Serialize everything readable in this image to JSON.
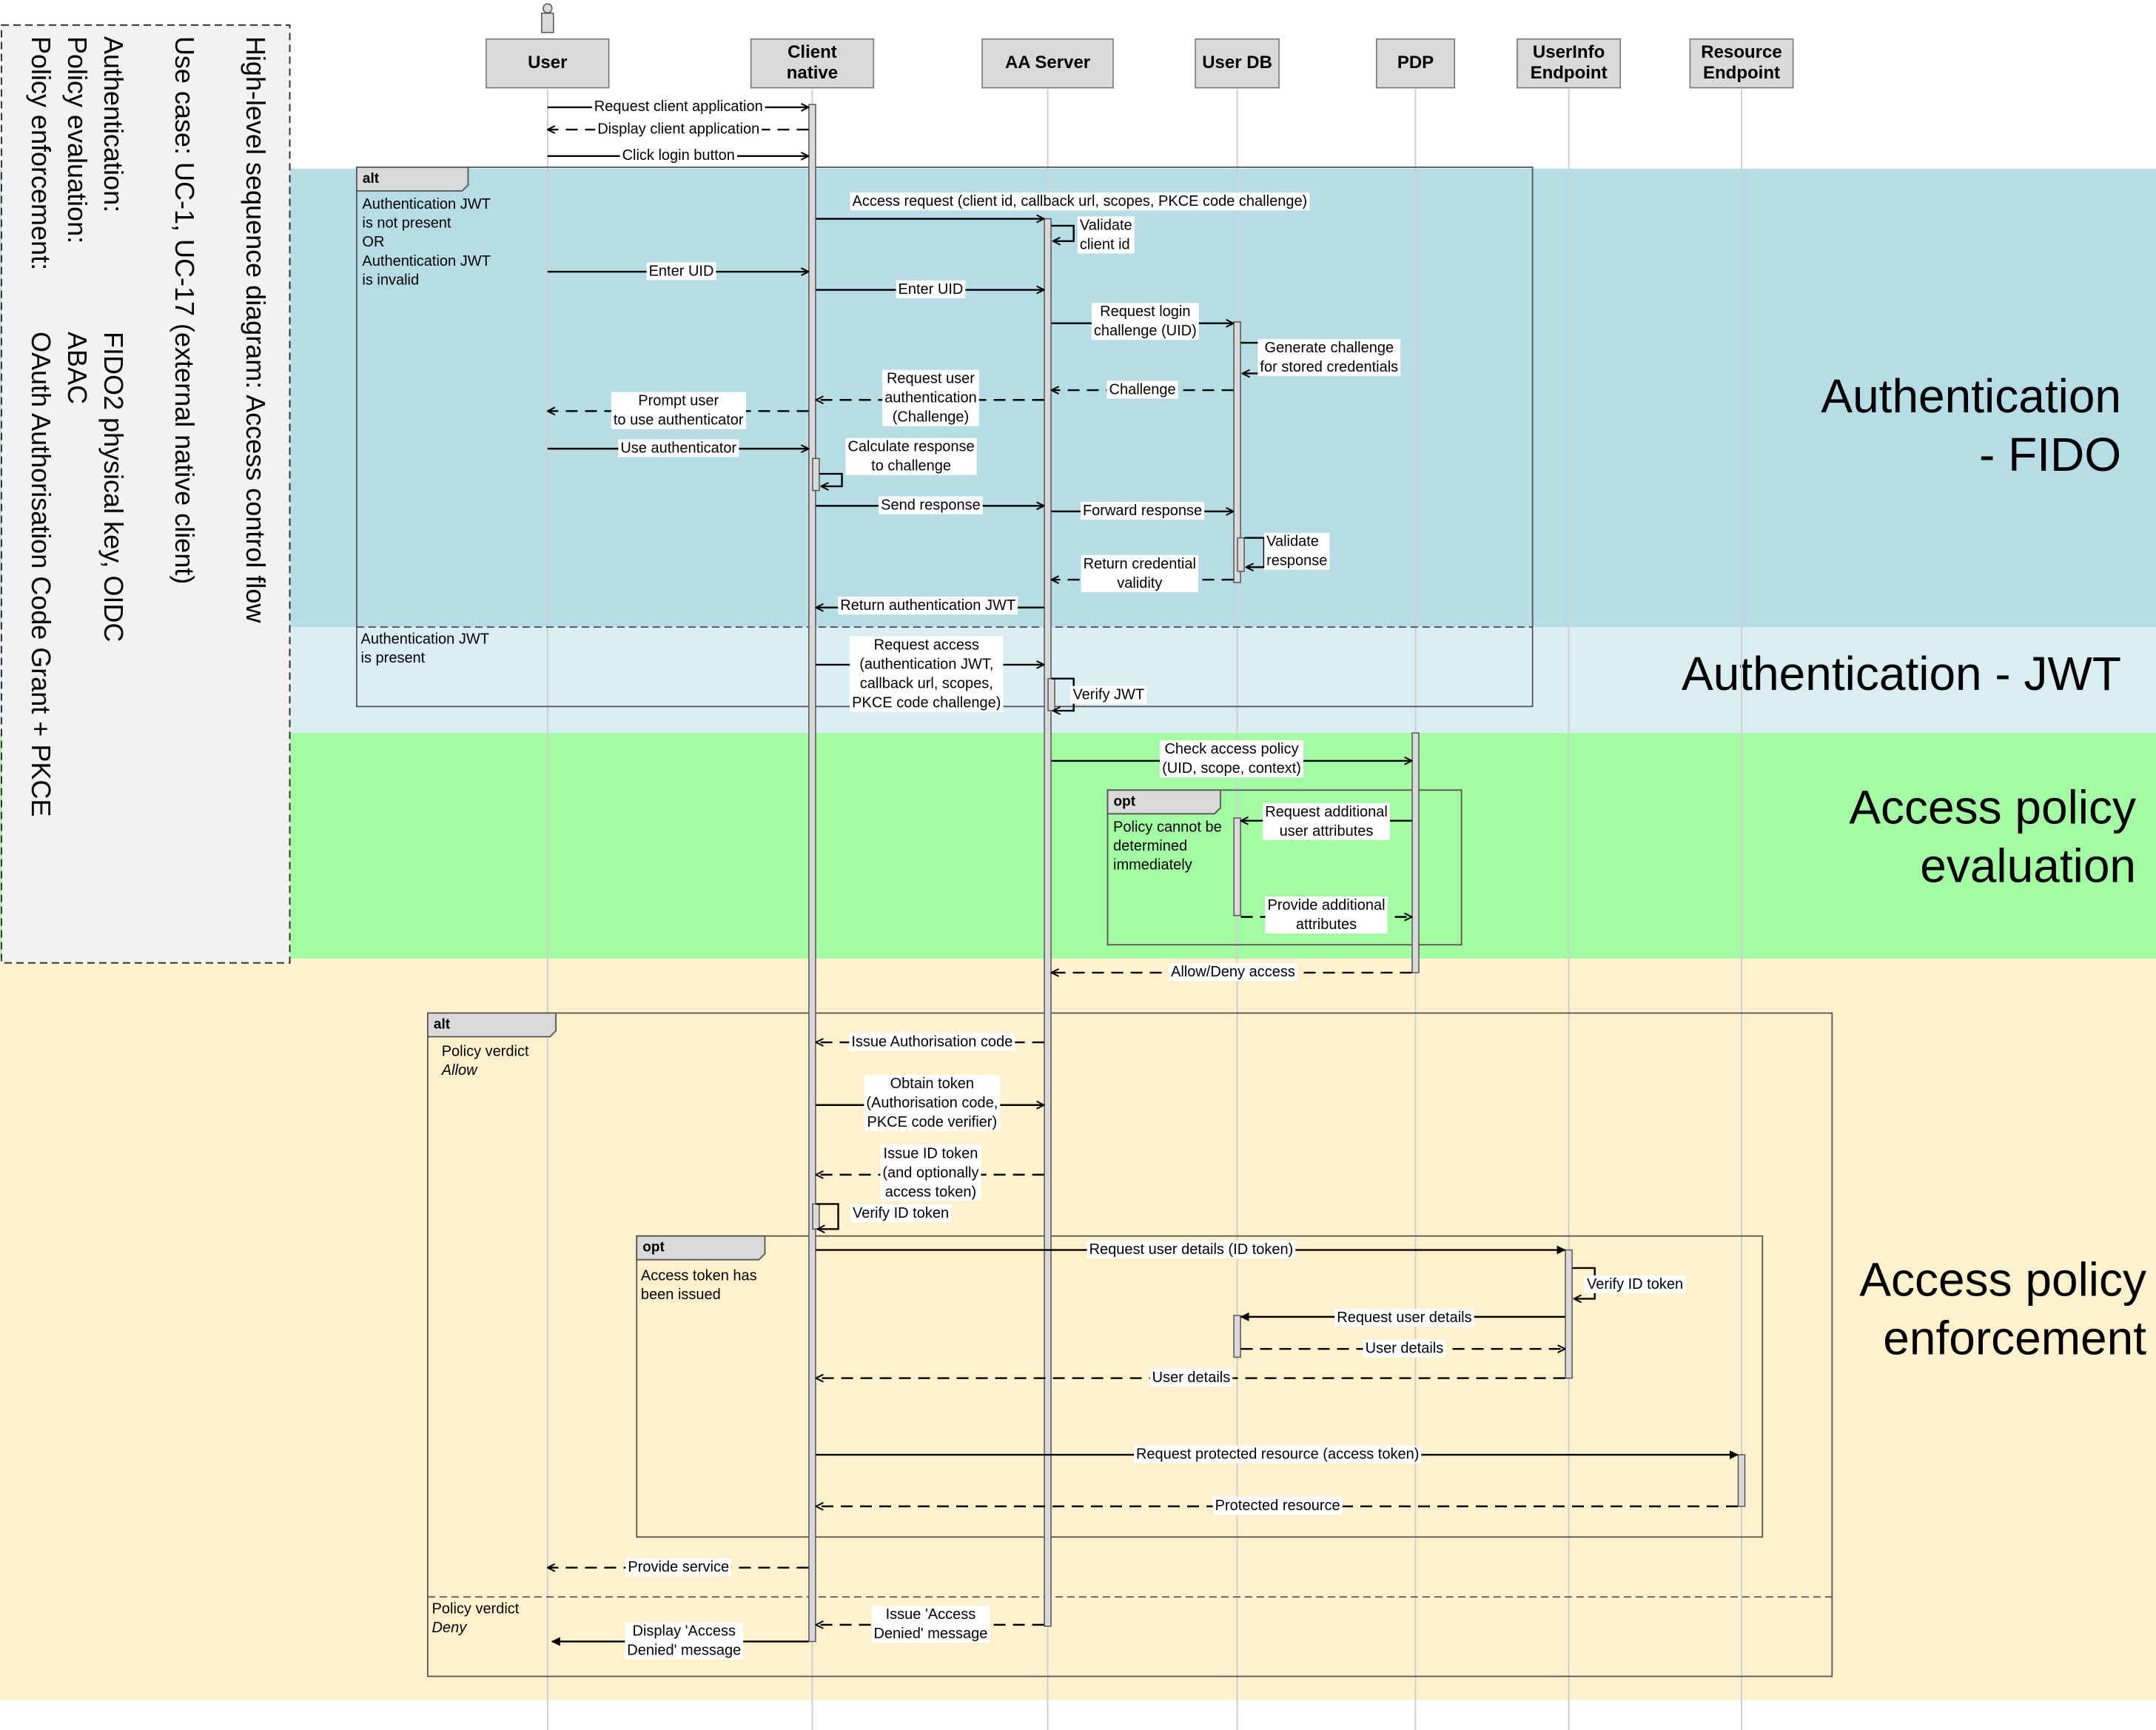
{
  "info_box": {
    "title": "High-level sequence diagram: Access control flow",
    "use_case": "Use case: UC-1, UC-17 (external native client)",
    "authentication_label": "Authentication:",
    "authentication_value": "FIDO2 physical key, OIDC",
    "policy_evaluation_label": "Policy evaluation:",
    "policy_evaluation_value": "ABAC",
    "policy_enforcement_label": "Policy enforcement:",
    "policy_enforcement_value": "OAuth Authorisation Code Grant + PKCE"
  },
  "participants": [
    {
      "id": "user",
      "label_lines": [
        "User"
      ]
    },
    {
      "id": "client",
      "label_lines": [
        "Client",
        "native"
      ]
    },
    {
      "id": "aa",
      "label_lines": [
        "AA Server"
      ]
    },
    {
      "id": "userdb",
      "label_lines": [
        "User DB"
      ]
    },
    {
      "id": "pdp",
      "label_lines": [
        "PDP"
      ]
    },
    {
      "id": "userinfo",
      "label_lines": [
        "UserInfo",
        "Endpoint"
      ]
    },
    {
      "id": "resource",
      "label_lines": [
        "Resource",
        "Endpoint"
      ]
    }
  ],
  "phases": [
    {
      "id": "fido",
      "label_lines": [
        "Authentication",
        "- FIDO"
      ],
      "color": "#b6dde6"
    },
    {
      "id": "jwt",
      "label_lines": [
        "Authentication - JWT"
      ],
      "color": "#daedf3"
    },
    {
      "id": "eval",
      "label_lines": [
        "Access policy",
        "evaluation"
      ],
      "color": "#a3fca3"
    },
    {
      "id": "enforce",
      "label_lines": [
        "Access policy",
        "enforcement"
      ],
      "color": "#fff1cc"
    }
  ],
  "fragments": [
    {
      "id": "alt-auth",
      "keyword": "alt",
      "guard_lines": [
        "Authentication JWT",
        "is not present",
        "OR",
        "Authentication JWT",
        "is invalid"
      ],
      "else_guard_lines": [
        "Authentication JWT",
        "is present"
      ],
      "else_italic": false
    },
    {
      "id": "opt-attrs",
      "keyword": "opt",
      "guard_lines": [
        "Policy cannot be",
        "determined",
        "immediately"
      ]
    },
    {
      "id": "alt-verdict",
      "keyword": "alt",
      "guard_lines": [
        "Policy verdict"
      ],
      "guard_italic": "Allow",
      "else_guard_lines": [
        "Policy verdict"
      ],
      "else_italic": "Deny"
    },
    {
      "id": "opt-access",
      "keyword": "opt",
      "guard_lines": [
        "Access token has",
        "been issued"
      ]
    }
  ],
  "messages": [
    {
      "id": "m1",
      "lines": [
        "Request client application"
      ]
    },
    {
      "id": "m2",
      "lines": [
        "Display client application"
      ]
    },
    {
      "id": "m3",
      "lines": [
        "Click login button"
      ]
    },
    {
      "id": "m4",
      "lines": [
        "Access request (client id, callback url, scopes, PKCE code challenge)"
      ]
    },
    {
      "id": "m5",
      "lines": [
        "Validate",
        "client id"
      ]
    },
    {
      "id": "m6",
      "lines": [
        "Enter UID"
      ]
    },
    {
      "id": "m7",
      "lines": [
        "Enter UID"
      ]
    },
    {
      "id": "m8",
      "lines": [
        "Request login",
        "challenge (UID)"
      ]
    },
    {
      "id": "m9",
      "lines": [
        "Generate challenge",
        "for stored credentials"
      ]
    },
    {
      "id": "m10",
      "lines": [
        "Challenge"
      ]
    },
    {
      "id": "m11",
      "lines": [
        "Request user",
        "authentication",
        "(Challenge)"
      ]
    },
    {
      "id": "m12",
      "lines": [
        "Prompt user",
        "to use authenticator"
      ]
    },
    {
      "id": "m13",
      "lines": [
        "Use authenticator"
      ]
    },
    {
      "id": "m14",
      "lines": [
        "Calculate response",
        "to challenge"
      ]
    },
    {
      "id": "m15",
      "lines": [
        "Send response"
      ]
    },
    {
      "id": "m16",
      "lines": [
        "Forward response"
      ]
    },
    {
      "id": "m17",
      "lines": [
        "Validate",
        "response"
      ]
    },
    {
      "id": "m18",
      "lines": [
        "Return credential",
        "validity"
      ]
    },
    {
      "id": "m19",
      "lines": [
        "Return authentication JWT"
      ]
    },
    {
      "id": "m20",
      "lines": [
        "Request access",
        "(authentication JWT,",
        "callback url, scopes,",
        "PKCE code challenge)"
      ]
    },
    {
      "id": "m21",
      "lines": [
        "Verify JWT"
      ]
    },
    {
      "id": "m22",
      "lines": [
        "Check access policy",
        "(UID, scope, context)"
      ]
    },
    {
      "id": "m23",
      "lines": [
        "Request additional",
        "user attributes"
      ]
    },
    {
      "id": "m24",
      "lines": [
        "Provide additional",
        "attributes"
      ]
    },
    {
      "id": "m25",
      "lines": [
        "Allow/Deny access"
      ]
    },
    {
      "id": "m26",
      "lines": [
        "Issue Authorisation code"
      ]
    },
    {
      "id": "m27",
      "lines": [
        "Obtain token",
        "(Authorisation code,",
        "PKCE code verifier)"
      ]
    },
    {
      "id": "m28",
      "lines": [
        "Issue ID token",
        "(and optionally",
        "access token)"
      ]
    },
    {
      "id": "m29",
      "lines": [
        "Verify ID token"
      ]
    },
    {
      "id": "m30",
      "lines": [
        "Request user details (ID token)"
      ]
    },
    {
      "id": "m31",
      "lines": [
        "Verify ID token"
      ]
    },
    {
      "id": "m32",
      "lines": [
        "Request user details"
      ]
    },
    {
      "id": "m33",
      "lines": [
        "User details"
      ]
    },
    {
      "id": "m34",
      "lines": [
        "User details"
      ]
    },
    {
      "id": "m35",
      "lines": [
        "Request protected resource (access token)"
      ]
    },
    {
      "id": "m36",
      "lines": [
        "Protected resource"
      ]
    },
    {
      "id": "m37",
      "lines": [
        "Provide service"
      ]
    },
    {
      "id": "m38",
      "lines": [
        "Issue  'Access",
        "Denied' message"
      ]
    },
    {
      "id": "m39",
      "lines": [
        "Display 'Access",
        "Denied' message"
      ]
    }
  ]
}
